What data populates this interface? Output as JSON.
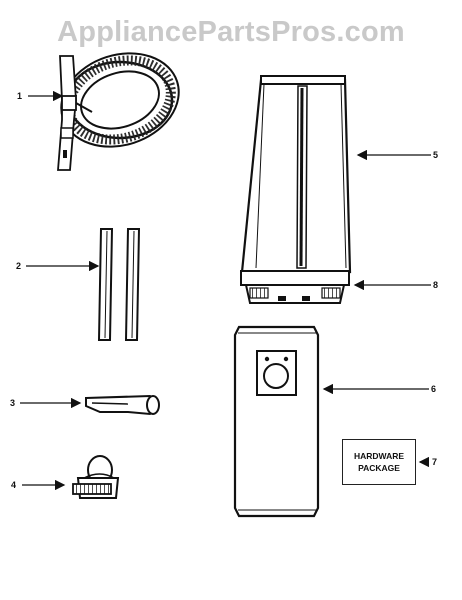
{
  "watermark": "AppliancePartsPros.com",
  "callouts": [
    "1",
    "2",
    "3",
    "4",
    "5",
    "8",
    "6",
    "7"
  ],
  "hardware_box": {
    "line1": "HARDWARE",
    "line2": "PACKAGE"
  },
  "colors": {
    "ink": "#111111",
    "watermark": "#c9c9c9",
    "background": "#ffffff"
  }
}
